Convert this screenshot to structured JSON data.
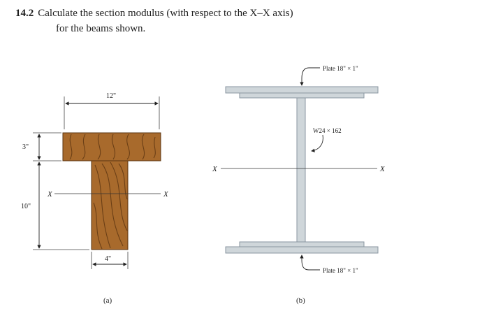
{
  "problem": {
    "number": "14.2",
    "text_line1": "Calculate the section modulus (with respect to the X–X axis)",
    "text_line2": "for the beams shown."
  },
  "figure_a": {
    "dim_width": "12\"",
    "dim_flange": "3\"",
    "dim_web_height": "10\"",
    "dim_web_width": "4\"",
    "axis_left": "X",
    "axis_right": "X",
    "caption": "(a)"
  },
  "figure_b": {
    "plate_top": "Plate 18\" × 1\"",
    "plate_bottom": "Plate 18\" × 1\"",
    "section": "W24 × 162",
    "axis_left": "X",
    "axis_right": "X",
    "caption": "(b)"
  },
  "colors": {
    "wood": "#a86a2c",
    "wood_grain": "#6b3f16",
    "steel_fill": "#cfd6da",
    "steel_stroke": "#8a96a0"
  }
}
